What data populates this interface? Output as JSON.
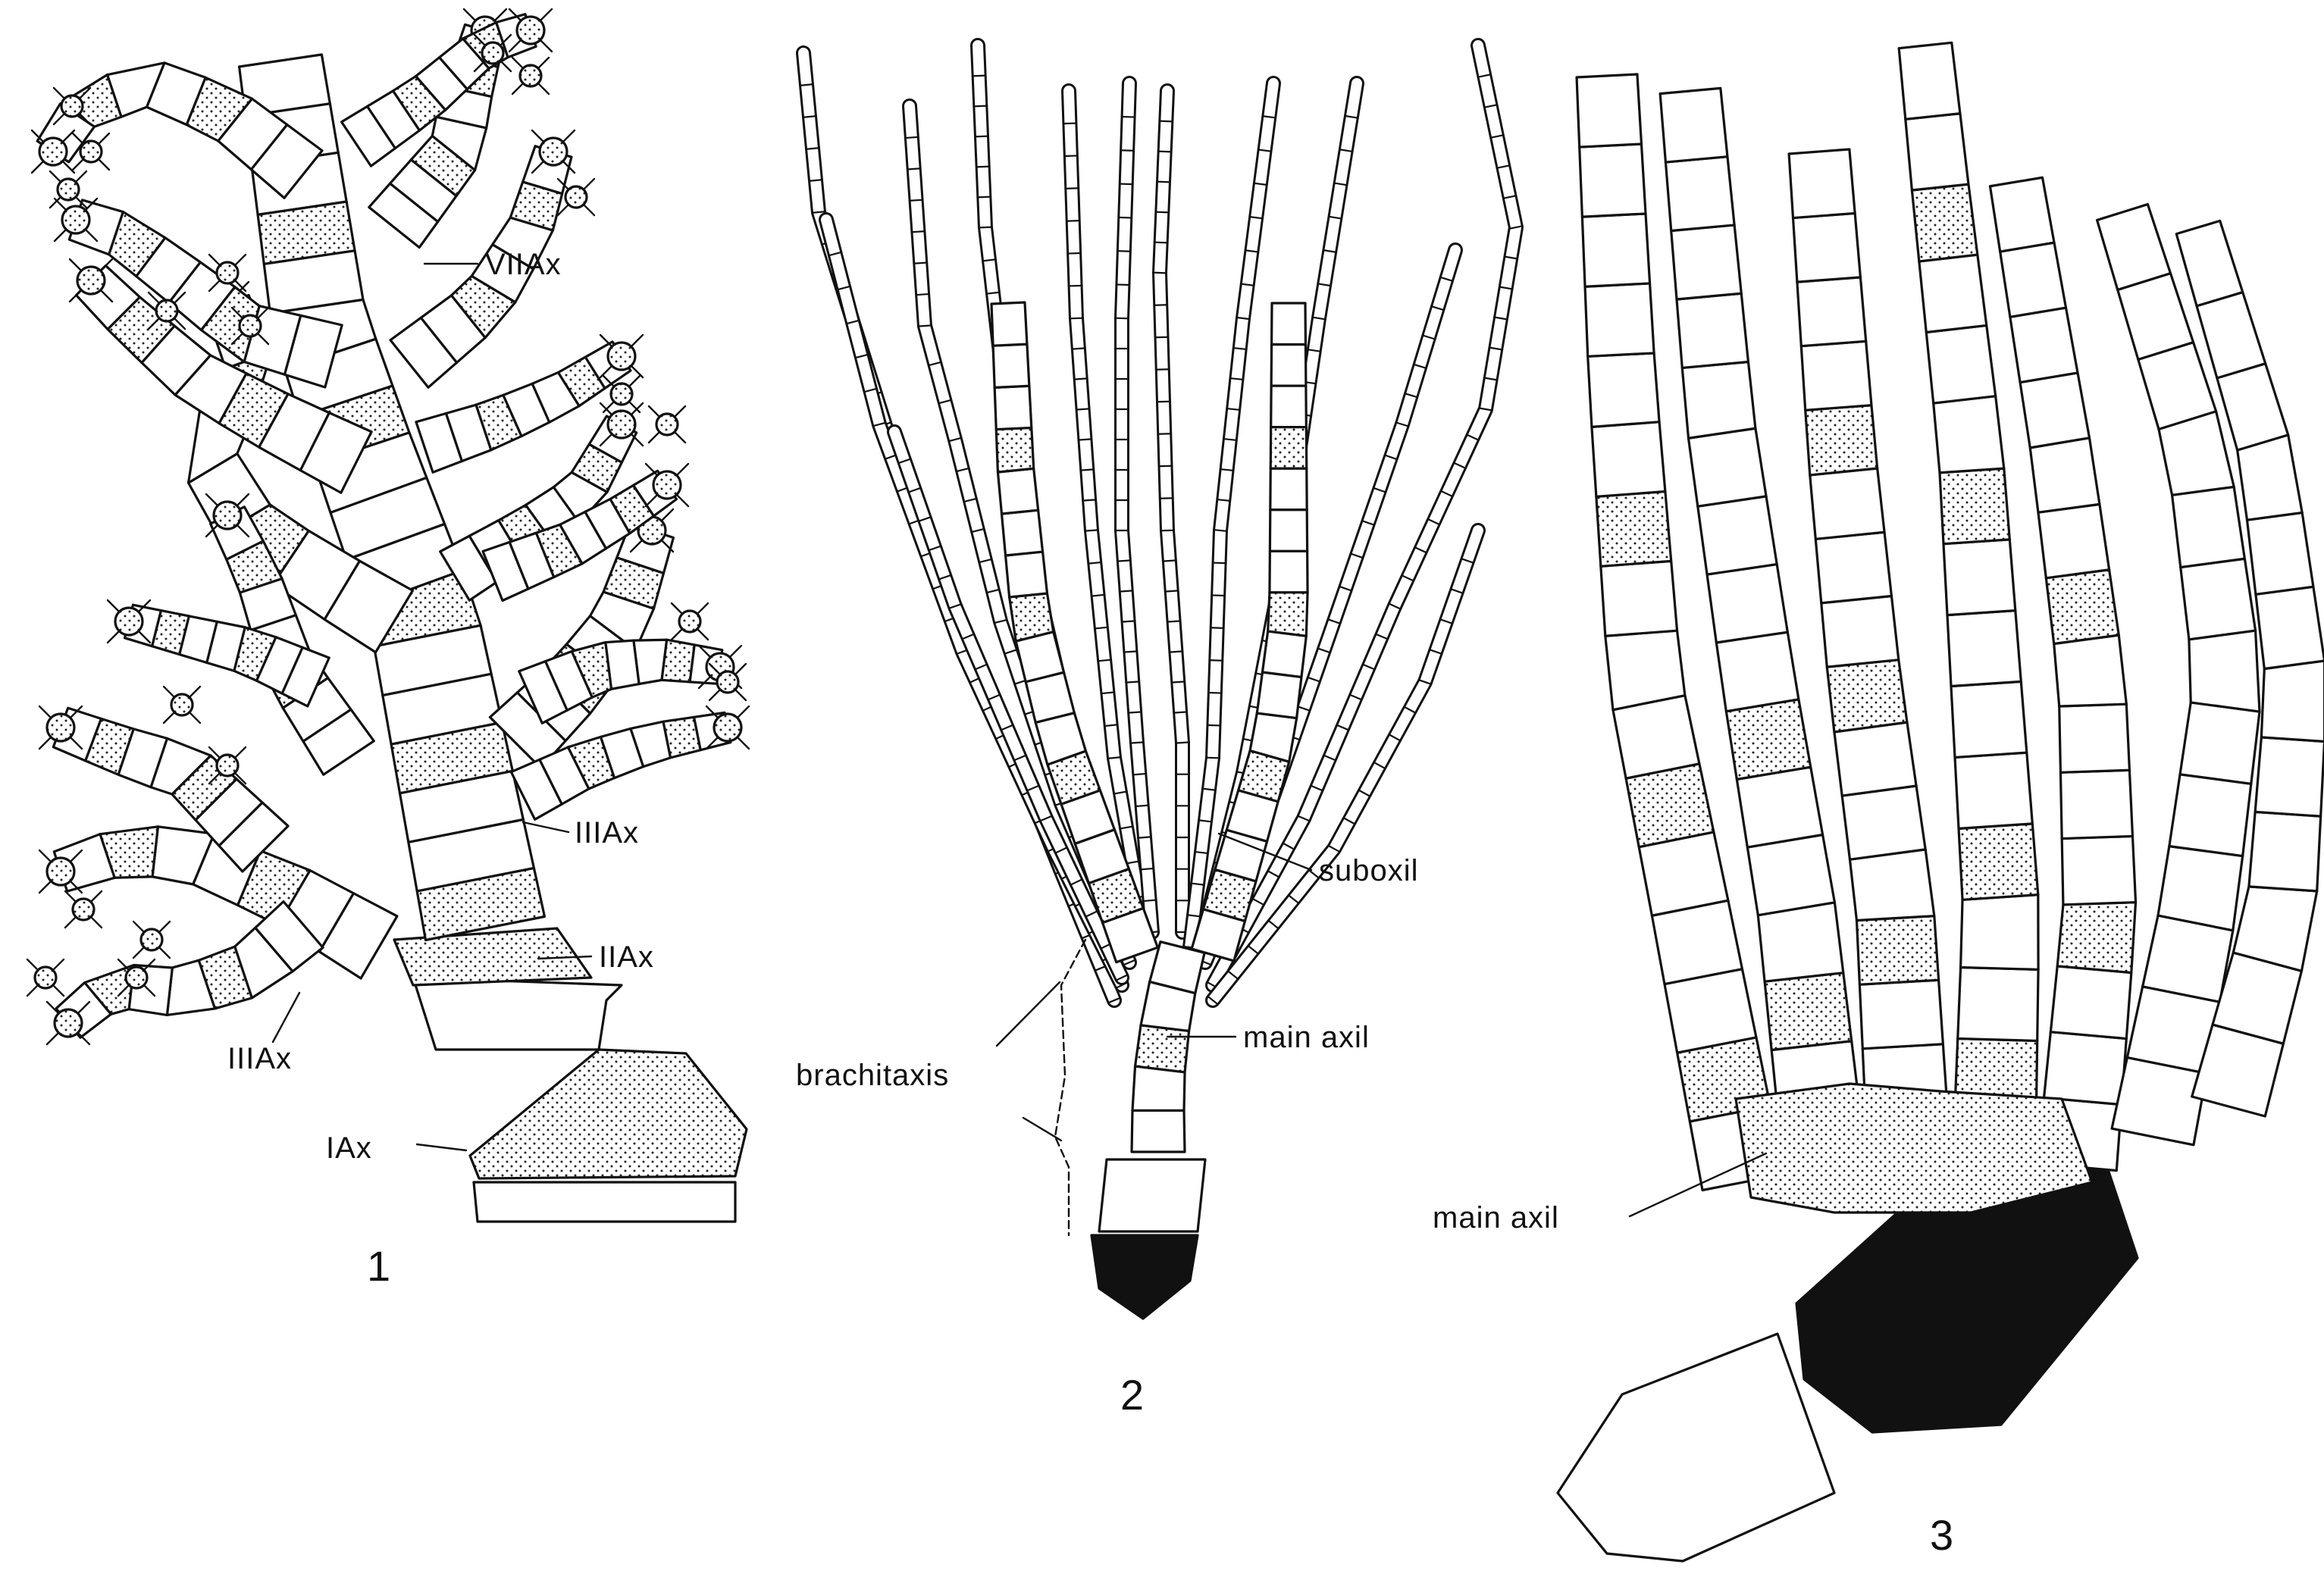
{
  "figures": [
    {
      "id": "1",
      "number": "1",
      "labels": [
        "VIIAx",
        "IIIAx",
        "IIAx",
        "IIIAx",
        "IAx"
      ]
    },
    {
      "id": "2",
      "number": "2",
      "labels": [
        "suboxil",
        "brachitaxis",
        "main axil"
      ]
    },
    {
      "id": "3",
      "number": "3",
      "labels": [
        "main axil"
      ]
    }
  ]
}
